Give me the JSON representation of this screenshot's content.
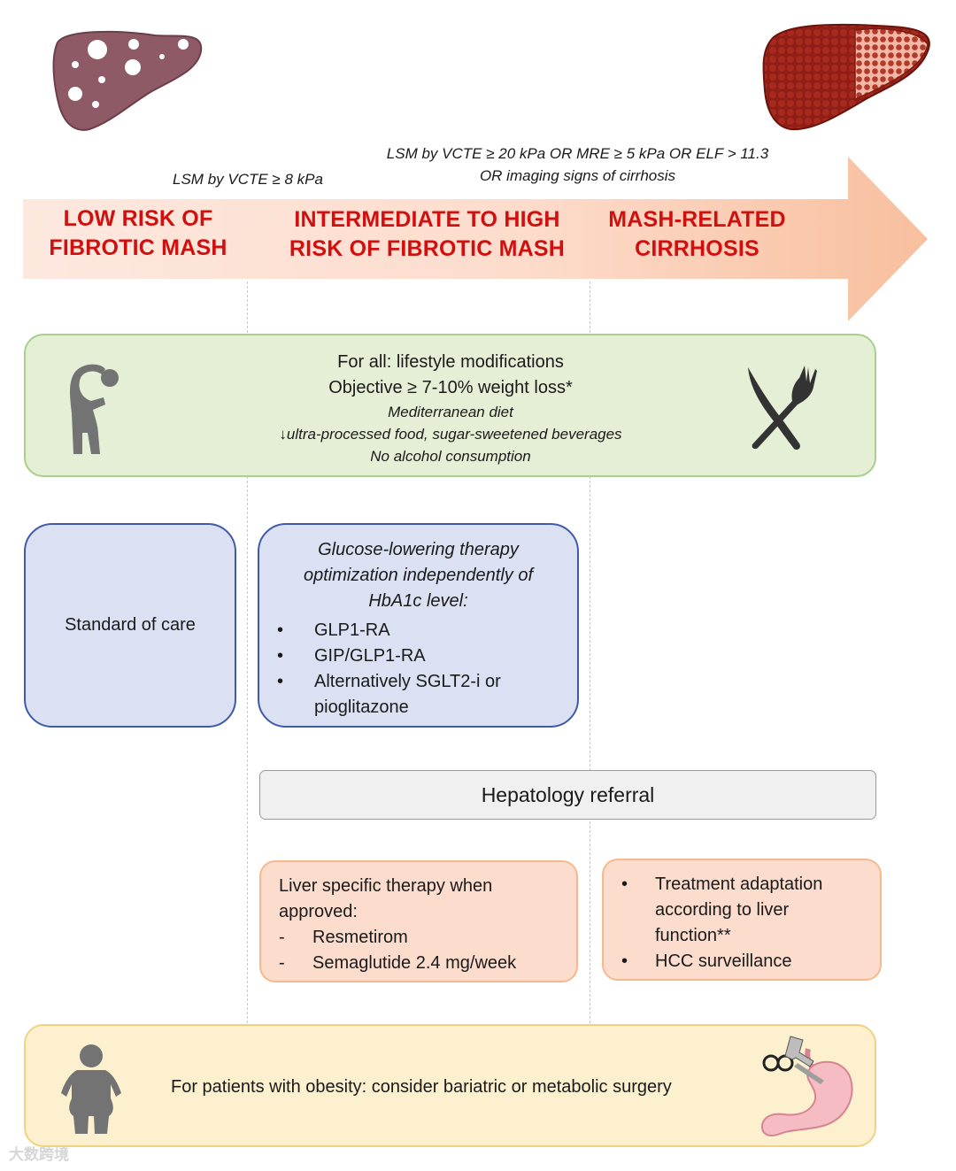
{
  "stages": {
    "low": [
      "LOW RISK OF",
      "FIBROTIC MASH"
    ],
    "intermediate": [
      "INTERMEDIATE TO HIGH",
      "RISK OF FIBROTIC MASH"
    ],
    "cirrhosis": [
      "MASH-RELATED",
      "CIRRHOSIS"
    ]
  },
  "criteria": {
    "threshold_8": "LSM by VCTE ≥ 8 kPa",
    "threshold_cirrhosis_line1": "LSM by VCTE ≥ 20 kPa OR MRE ≥ 5 kPa OR ELF > 11.3",
    "threshold_cirrhosis_line2": "OR imaging signs of cirrhosis"
  },
  "lifestyle": {
    "line1": "For all: lifestyle modifications",
    "line2": "Objective ≥ 7-10% weight loss*",
    "line3": "Mediterranean diet",
    "line4": "↓ultra-processed food, sugar-sweetened beverages",
    "line5": "No alcohol consumption"
  },
  "standard_of_care": "Standard of care",
  "glucose_therapy": {
    "heading": [
      "Glucose-lowering therapy",
      "optimization independently of",
      "HbA1c level:"
    ],
    "bullet": "•",
    "items": [
      "GLP1-RA",
      "GIP/GLP1-RA",
      "Alternatively SGLT2-i or",
      "pioglitazone"
    ]
  },
  "hepatology_referral": "Hepatology referral",
  "liver_specific": {
    "line1": "Liver specific therapy when",
    "line2": "approved:",
    "dash": "-",
    "items": [
      "Resmetirom",
      "Semaglutide 2.4 mg/week"
    ]
  },
  "treatment": {
    "bullet": "•",
    "item1": [
      "Treatment adaptation",
      "according to liver",
      "function**"
    ],
    "item2": "HCC  surveillance"
  },
  "obesity": "For patients with obesity: consider bariatric or metabolic surgery",
  "watermark": "大数跨境",
  "colors": {
    "stage_text": "#d10f0f",
    "arrow_light": "#fde5dc",
    "arrow_dark": "#f9c3a5",
    "green_fill": "#e4efd6",
    "blue_fill": "#dbe1f3",
    "blue_border": "#3f5aa8",
    "peach_fill": "#fbdccd",
    "yellow_fill": "#fdf0cf",
    "icon_gray": "#737373"
  },
  "icons": [
    "steatotic-liver-icon",
    "cirrhotic-liver-icon",
    "stretching-person-icon",
    "knife-fork-icon",
    "obese-person-icon",
    "stomach-scissors-icon"
  ]
}
